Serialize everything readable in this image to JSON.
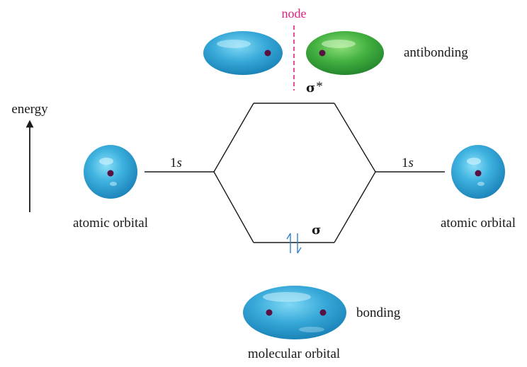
{
  "labels": {
    "node": "node",
    "antibonding": "antibonding",
    "sigma_star_symbol": "σ",
    "sigma_star_suffix": "*",
    "energy": "energy",
    "left_orbital_prefix": "1",
    "left_orbital_suffix": "s",
    "right_orbital_prefix": "1",
    "right_orbital_suffix": "s",
    "left_atomic": "atomic orbital",
    "right_atomic": "atomic orbital",
    "sigma": "σ",
    "bonding": "bonding",
    "molecular": "molecular orbital"
  },
  "colors": {
    "blue_orbital": "#35a9d8",
    "blue_orbital_dark": "#1783b8",
    "green_orbital": "#3cae3c",
    "green_orbital_dark": "#24872a",
    "nucleus": "#5a1040",
    "node_line": "#e6207e",
    "electron_arrows": "#2f7fd0",
    "lines": "#1a1a1a"
  },
  "bonding_electrons": 2
}
